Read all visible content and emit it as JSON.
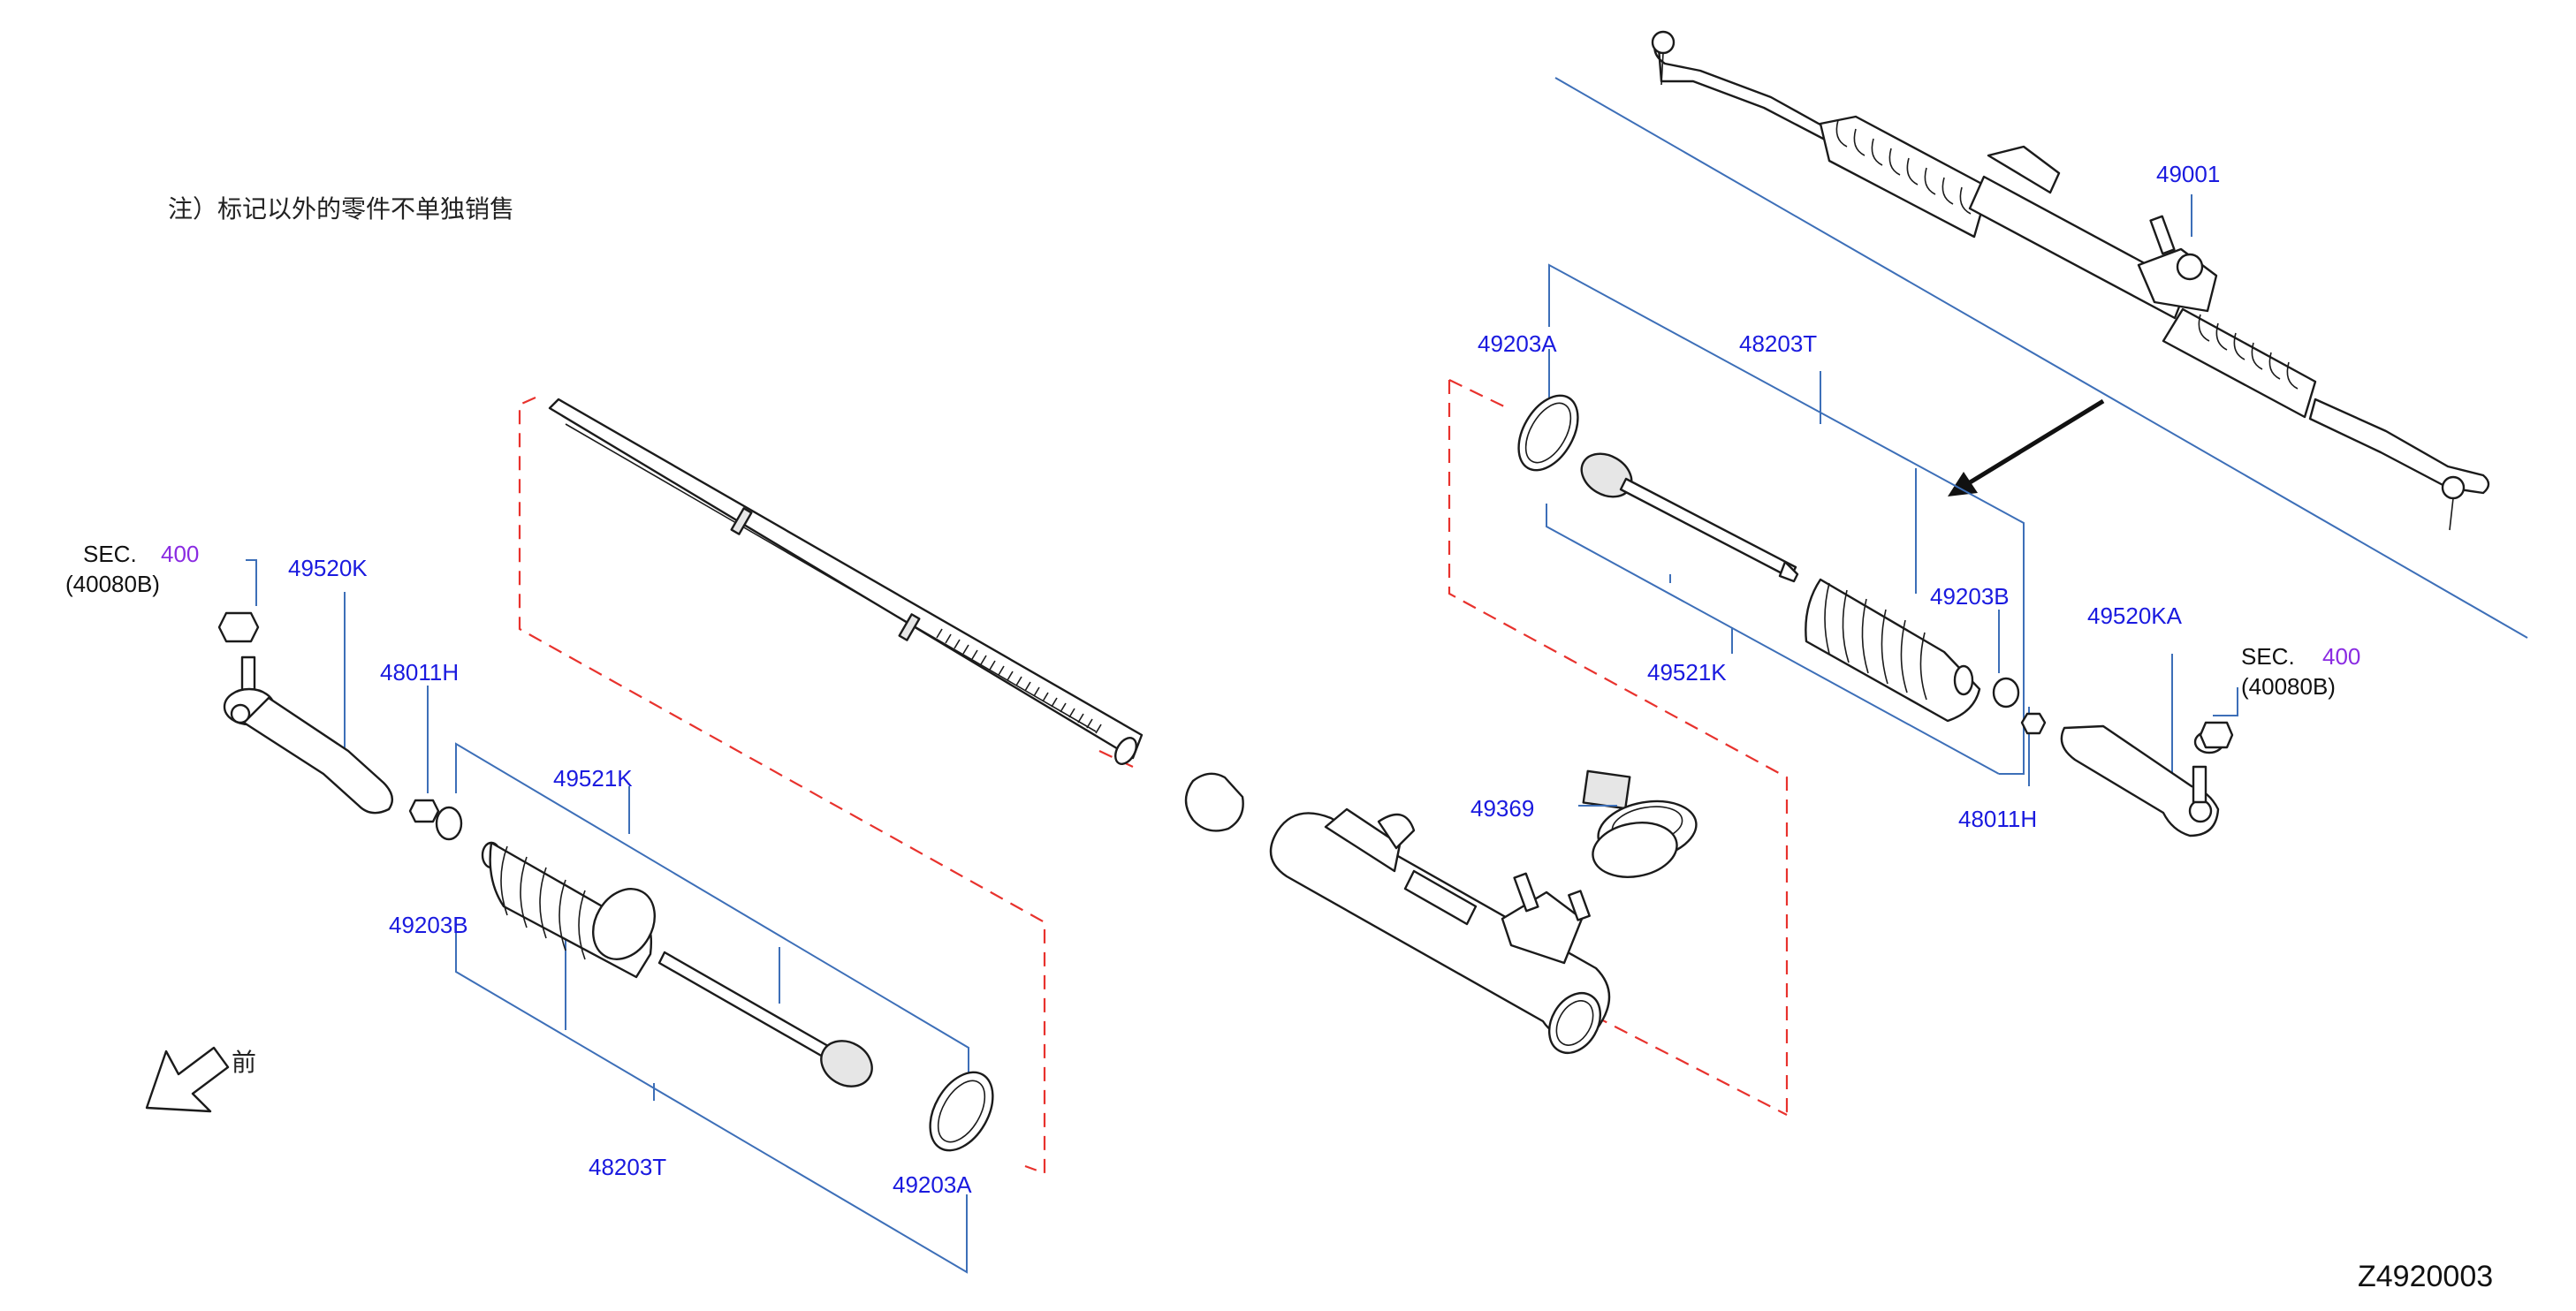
{
  "note": "注）标记以外的零件不单独销售",
  "diagram_code": "Z4920003",
  "front_label": "前",
  "labels": {
    "p49001": "49001",
    "p48203T_top": "48203T",
    "p49203A_top": "49203A",
    "p49203B_right": "49203B",
    "p49521K_right": "49521K",
    "p48011H_right": "48011H",
    "p49520KA": "49520KA",
    "sec_right": "SEC.",
    "sec_right_num": "400",
    "sec_right_sub": "(40080B)",
    "p49369": "49369",
    "sec_left": "SEC.",
    "sec_left_num": "400",
    "sec_left_sub": "(40080B)",
    "p49520K": "49520K",
    "p48011H_left": "48011H",
    "p49521K_left": "49521K",
    "p49203B_left": "49203B",
    "p48203T_bottom": "48203T",
    "p49203A_bottom": "49203A"
  },
  "colors": {
    "part_number": "#1a1adf",
    "section_ref": "#8a2be2",
    "leader_line": "#3d6fb8",
    "dashed_boundary": "#e8322d"
  }
}
